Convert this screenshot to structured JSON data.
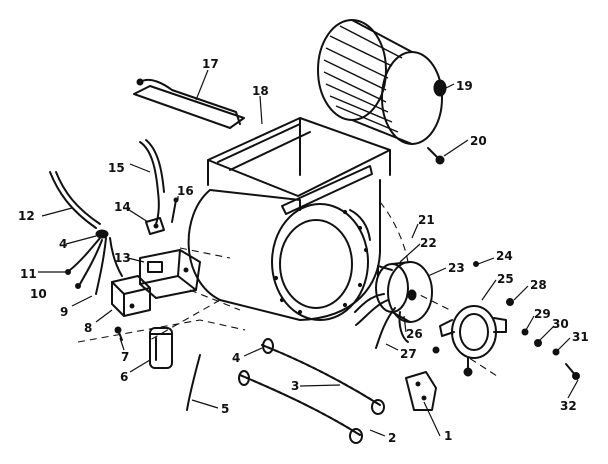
{
  "labels": {
    "p1": "1",
    "p2": "2",
    "p3": "3",
    "p4a": "4",
    "p4b": "4",
    "p5": "5",
    "p6": "6",
    "p7": "7",
    "p8": "8",
    "p9": "9",
    "p10": "10",
    "p11": "11",
    "p12": "12",
    "p13": "13",
    "p14": "14",
    "p15": "15",
    "p16": "16",
    "p17": "17",
    "p18": "18",
    "p19": "19",
    "p20": "20",
    "p21": "21",
    "p22": "22",
    "p23": "23",
    "p24": "24",
    "p25": "25",
    "p26": "26",
    "p27": "27",
    "p28": "28",
    "p29": "29",
    "p30": "30",
    "p31": "31",
    "p32": "32"
  }
}
